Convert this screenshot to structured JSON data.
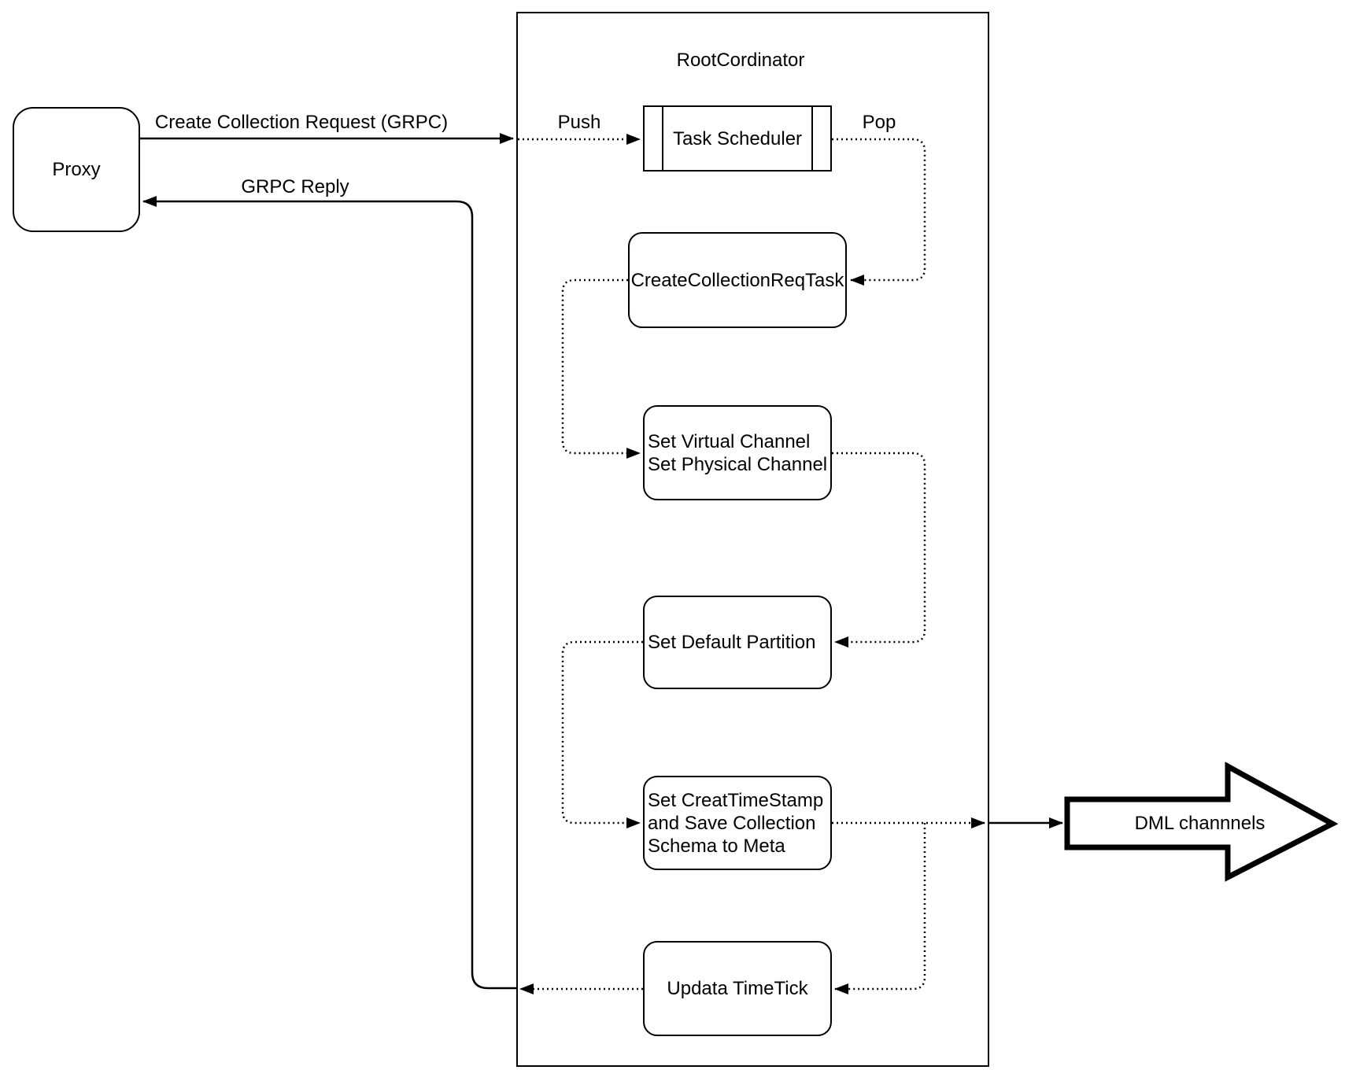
{
  "diagram": {
    "background_color": "#ffffff",
    "stroke_color": "#000000",
    "nodes": {
      "proxy": {
        "label": "Proxy"
      },
      "root_coordinator": {
        "label": "RootCordinator"
      },
      "task_scheduler": {
        "label": "Task Scheduler"
      },
      "create_collection_req_task": {
        "label": "CreateCollectionReqTask"
      },
      "set_channels": {
        "label": "Set Virtual Channel\nSet Physical Channel"
      },
      "set_default_partition": {
        "label": "Set Default Partition"
      },
      "set_timestamp": {
        "label": "Set CreatTimeStamp\nand Save Collection\nSchema to Meta"
      },
      "update_timetick": {
        "label": "Updata TimeTick"
      },
      "dml_channels": {
        "label": "DML channnels"
      }
    },
    "edge_labels": {
      "create_collection_request": "Create Collection Request (GRPC)",
      "grpc_reply": "GRPC Reply",
      "push": "Push",
      "pop": "Pop"
    }
  }
}
